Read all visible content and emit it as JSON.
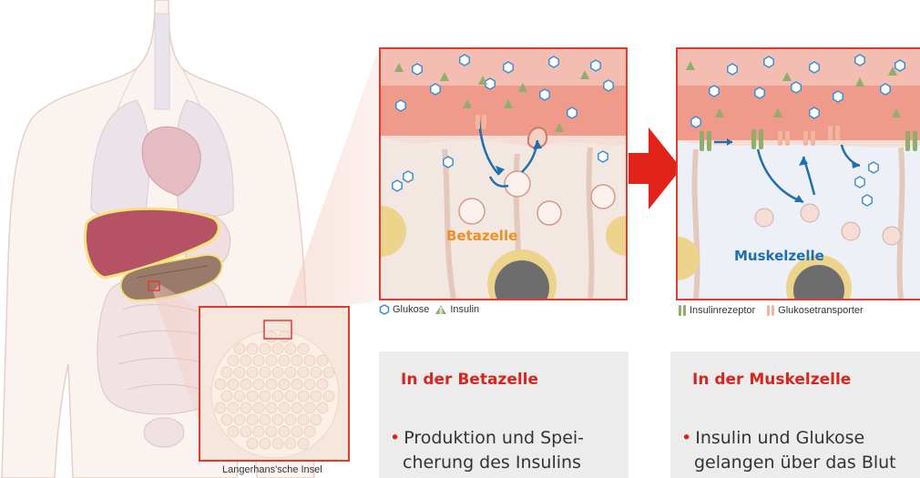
{
  "labels": {
    "betazelle": "Betazelle",
    "muskelzelle": "Muskelzelle",
    "langerhans": "Langerhans'sche Insel"
  },
  "legend_left": {
    "glukose": "Glukose",
    "insulin": "Insulin"
  },
  "legend_right": {
    "insulinrezeptor": "Insulinrezeptor",
    "glukosetransporter": "Glukosetransporter"
  },
  "box_left": {
    "title": "In der Betazelle",
    "line1": "Produktion und Spei-",
    "line2": "cherung des Insulins"
  },
  "box_right": {
    "title": "In der Muskelzelle",
    "line1": "Insulin und Glukose",
    "line2": "gelangen über das Blut"
  },
  "colors": {
    "accent_red": "#e23a2e",
    "title_red": "#d8261e",
    "betazelle_orange": "#f0901e",
    "muskelzelle_blue": "#1e6fb0",
    "glucose_blue": "#3a8fd0",
    "insulin_green": "#8fae6b"
  },
  "icons": {
    "glucose": "hexagon-icon",
    "insulin": "insulin-triangle-icon",
    "receptor": "receptor-icon",
    "transporter": "transporter-icon",
    "arrow": "big-red-arrow-icon"
  }
}
